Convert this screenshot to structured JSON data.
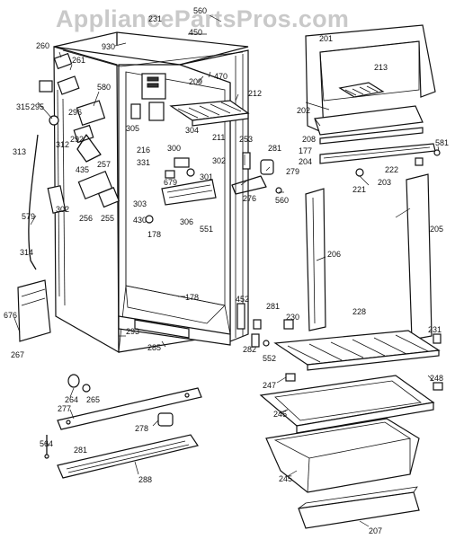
{
  "watermark": "AppliancePartsPros.com",
  "callouts": {
    "c560": "560",
    "c231a": "231",
    "c450": "450",
    "c930": "930",
    "c201": "201",
    "c260": "260",
    "c261": "261",
    "c580": "580",
    "c296": "296",
    "c295": "295",
    "c315": "315",
    "c312": "312",
    "c292": "292",
    "c313": "313",
    "c435": "435",
    "c257": "257",
    "c302a": "302",
    "c256": "256",
    "c255": "255",
    "c579": "579",
    "c314": "314",
    "c676": "676",
    "c267": "267",
    "c209": "209",
    "c470": "470",
    "c212": "212",
    "c213": "213",
    "c202": "202",
    "c208": "208",
    "c177": "177",
    "c204": "204",
    "c222": "222",
    "c203": "203",
    "c221": "221",
    "c581": "581",
    "c305": "305",
    "c304": "304",
    "c216": "216",
    "c300": "300",
    "c211": "211",
    "c253": "253",
    "c281a": "281",
    "c279": "279",
    "c331": "331",
    "c302b": "302",
    "c301": "301",
    "c679": "679",
    "c276": "276",
    "c560b": "560",
    "c303": "303",
    "c430": "430",
    "c178a": "178",
    "c306": "306",
    "c551": "551",
    "c206": "206",
    "c205": "205",
    "c178b": "178",
    "c452": "452",
    "c281b": "281",
    "c230": "230",
    "c228": "228",
    "c293": "293",
    "c285": "285",
    "c282": "282",
    "c552": "552",
    "c231b": "231",
    "c248": "248",
    "c247": "247",
    "c245a": "245",
    "c264": "264",
    "c265": "265",
    "c277": "277",
    "c278": "278",
    "c564": "564",
    "c281c": "281",
    "c288": "288",
    "c245b": "245",
    "c207": "207"
  }
}
